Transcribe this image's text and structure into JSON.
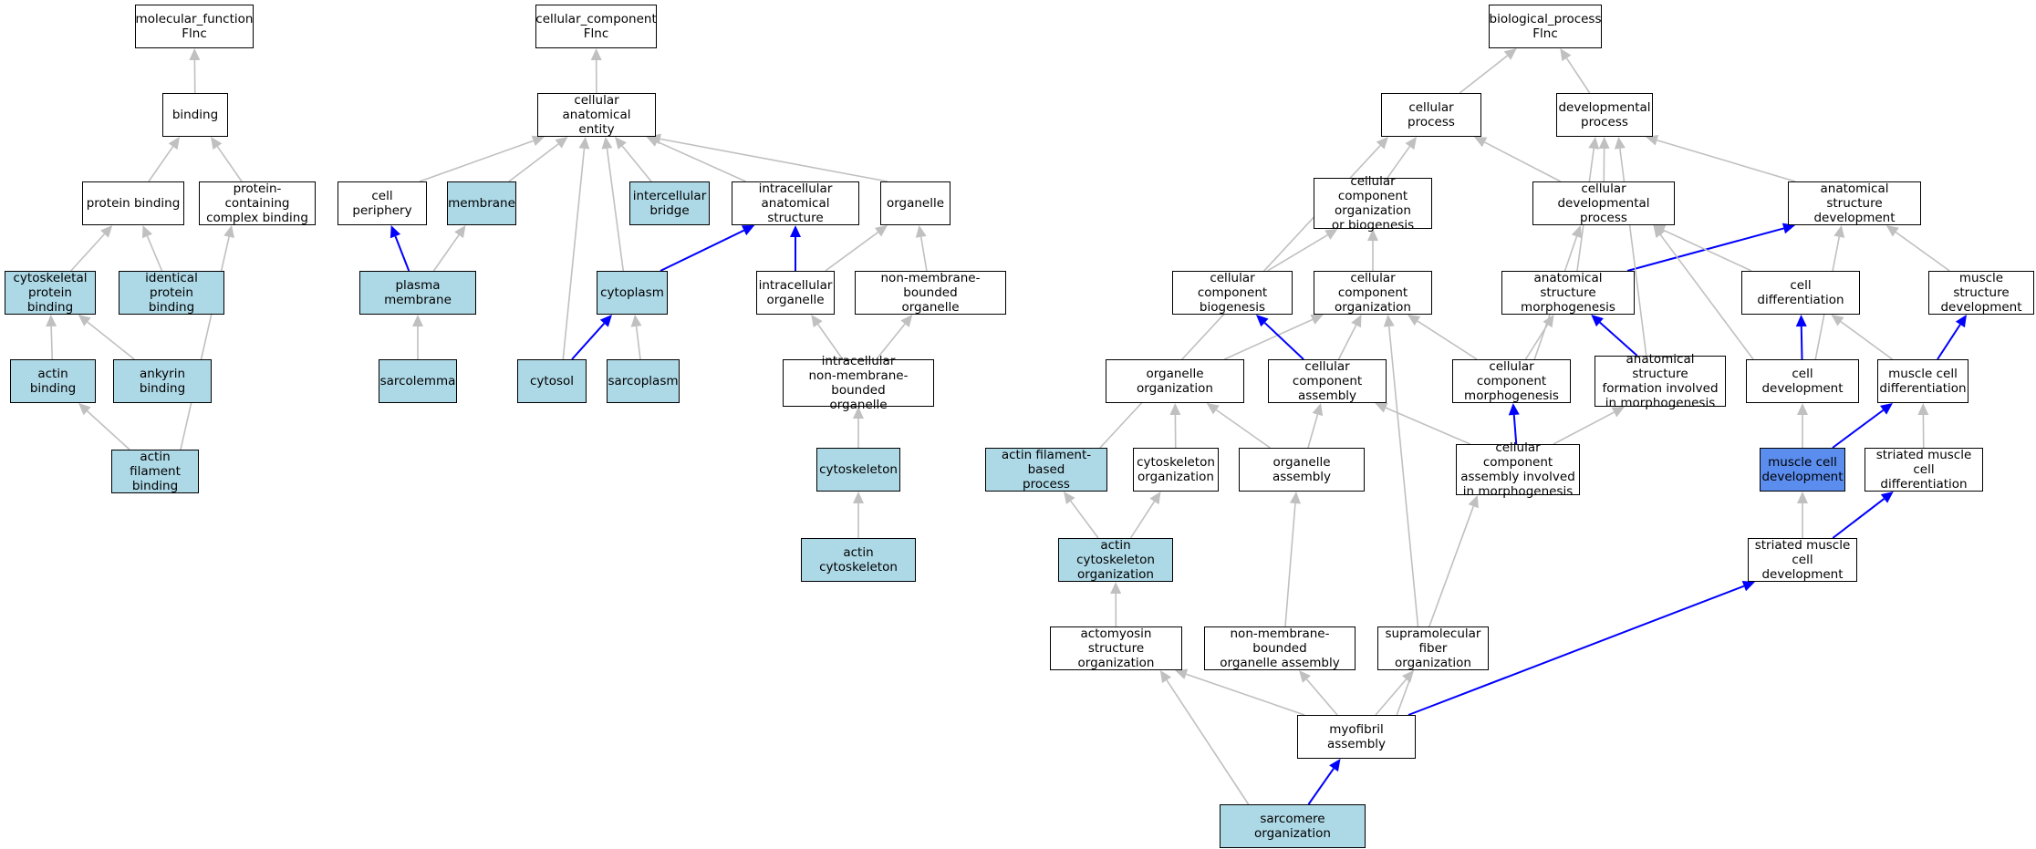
{
  "colors": {
    "plain_fill": "#ffffff",
    "annotated_fill": "#add8e6",
    "focus_fill": "#5b8def",
    "edge_gray": "#c0c0c0",
    "edge_blue": "#0000ff",
    "border": "#000000"
  },
  "nodes": [
    {
      "id": "mf_root",
      "label": "molecular_function\nFlnc",
      "style": "plain"
    },
    {
      "id": "binding",
      "label": "binding",
      "style": "plain"
    },
    {
      "id": "protein_binding",
      "label": "protein binding",
      "style": "plain"
    },
    {
      "id": "pc_complex_binding",
      "label": "protein-containing\ncomplex binding",
      "style": "plain"
    },
    {
      "id": "cytoskeletal_pb",
      "label": "cytoskeletal\nprotein binding",
      "style": "annotated"
    },
    {
      "id": "identical_pb",
      "label": "identical protein\nbinding",
      "style": "annotated"
    },
    {
      "id": "actin_binding",
      "label": "actin binding",
      "style": "annotated"
    },
    {
      "id": "ankyrin_binding",
      "label": "ankyrin binding",
      "style": "annotated"
    },
    {
      "id": "actin_filament_binding",
      "label": "actin filament\nbinding",
      "style": "annotated"
    },
    {
      "id": "cc_root",
      "label": "cellular_component\nFlnc",
      "style": "plain"
    },
    {
      "id": "cell_anat_entity",
      "label": "cellular anatomical\nentity",
      "style": "plain"
    },
    {
      "id": "cell_periphery",
      "label": "cell periphery",
      "style": "plain"
    },
    {
      "id": "membrane",
      "label": "membrane",
      "style": "annotated"
    },
    {
      "id": "intercellular_bridge",
      "label": "intercellular\nbridge",
      "style": "annotated"
    },
    {
      "id": "intracellular_anat",
      "label": "intracellular\nanatomical structure",
      "style": "plain"
    },
    {
      "id": "organelle",
      "label": "organelle",
      "style": "plain"
    },
    {
      "id": "plasma_membrane",
      "label": "plasma membrane",
      "style": "annotated"
    },
    {
      "id": "cytoplasm",
      "label": "cytoplasm",
      "style": "annotated"
    },
    {
      "id": "intracellular_organelle",
      "label": "intracellular\norganelle",
      "style": "plain"
    },
    {
      "id": "nmb_organelle",
      "label": "non-membrane-bounded\norganelle",
      "style": "plain"
    },
    {
      "id": "sarcolemma",
      "label": "sarcolemma",
      "style": "annotated"
    },
    {
      "id": "cytosol",
      "label": "cytosol",
      "style": "annotated"
    },
    {
      "id": "sarcoplasm",
      "label": "sarcoplasm",
      "style": "annotated"
    },
    {
      "id": "intra_nmb_organelle",
      "label": "intracellular\nnon-membrane-bounded\norganelle",
      "style": "plain"
    },
    {
      "id": "cytoskeleton",
      "label": "cytoskeleton",
      "style": "annotated"
    },
    {
      "id": "actin_cytoskeleton",
      "label": "actin cytoskeleton",
      "style": "annotated"
    },
    {
      "id": "bp_root",
      "label": "biological_process\nFlnc",
      "style": "plain"
    },
    {
      "id": "cellular_process",
      "label": "cellular process",
      "style": "plain"
    },
    {
      "id": "developmental_process",
      "label": "developmental\nprocess",
      "style": "plain"
    },
    {
      "id": "cc_org_biogenesis",
      "label": "cellular component\norganization\nor biogenesis",
      "style": "plain"
    },
    {
      "id": "cell_dev_process",
      "label": "cellular developmental\nprocess",
      "style": "plain"
    },
    {
      "id": "anat_struct_dev",
      "label": "anatomical structure\ndevelopment",
      "style": "plain"
    },
    {
      "id": "cc_biogenesis",
      "label": "cellular component\nbiogenesis",
      "style": "plain"
    },
    {
      "id": "cc_organization",
      "label": "cellular component\norganization",
      "style": "plain"
    },
    {
      "id": "anat_struct_morph",
      "label": "anatomical structure\nmorphogenesis",
      "style": "plain"
    },
    {
      "id": "cell_differentiation",
      "label": "cell differentiation",
      "style": "plain"
    },
    {
      "id": "muscle_struct_dev",
      "label": "muscle structure\ndevelopment",
      "style": "plain"
    },
    {
      "id": "organelle_org",
      "label": "organelle organization",
      "style": "plain"
    },
    {
      "id": "cc_assembly",
      "label": "cellular component\nassembly",
      "style": "plain"
    },
    {
      "id": "cc_morphogenesis",
      "label": "cellular component\nmorphogenesis",
      "style": "plain"
    },
    {
      "id": "anat_struct_formation",
      "label": "anatomical structure\nformation involved\nin morphogenesis",
      "style": "plain"
    },
    {
      "id": "cell_development",
      "label": "cell development",
      "style": "plain"
    },
    {
      "id": "muscle_cell_diff",
      "label": "muscle cell\ndifferentiation",
      "style": "plain"
    },
    {
      "id": "actin_filament_process",
      "label": "actin filament-based\nprocess",
      "style": "annotated"
    },
    {
      "id": "cytoskeleton_org",
      "label": "cytoskeleton\norganization",
      "style": "plain"
    },
    {
      "id": "organelle_assembly",
      "label": "organelle assembly",
      "style": "plain"
    },
    {
      "id": "cc_assembly_morph",
      "label": "cellular component\nassembly involved\nin morphogenesis",
      "style": "plain"
    },
    {
      "id": "muscle_cell_dev",
      "label": "muscle cell\ndevelopment",
      "style": "focus"
    },
    {
      "id": "striated_muscle_diff",
      "label": "striated muscle\ncell differentiation",
      "style": "plain"
    },
    {
      "id": "actin_cytoskeleton_org",
      "label": "actin cytoskeleton\norganization",
      "style": "annotated"
    },
    {
      "id": "striated_muscle_dev",
      "label": "striated muscle\ncell development",
      "style": "plain"
    },
    {
      "id": "actomyosin_org",
      "label": "actomyosin structure\norganization",
      "style": "plain"
    },
    {
      "id": "nmb_organelle_assembly",
      "label": "non-membrane-bounded\norganelle assembly",
      "style": "plain"
    },
    {
      "id": "supramolecular_fiber_org",
      "label": "supramolecular\nfiber organization",
      "style": "plain"
    },
    {
      "id": "myofibril_assembly",
      "label": "myofibril assembly",
      "style": "plain"
    },
    {
      "id": "sarcomere_org",
      "label": "sarcomere organization",
      "style": "annotated"
    }
  ],
  "edges": [
    {
      "from": "binding",
      "to": "mf_root",
      "color": "gray"
    },
    {
      "from": "protein_binding",
      "to": "binding",
      "color": "gray"
    },
    {
      "from": "pc_complex_binding",
      "to": "binding",
      "color": "gray"
    },
    {
      "from": "cytoskeletal_pb",
      "to": "protein_binding",
      "color": "gray"
    },
    {
      "from": "identical_pb",
      "to": "protein_binding",
      "color": "gray"
    },
    {
      "from": "actin_binding",
      "to": "cytoskeletal_pb",
      "color": "gray"
    },
    {
      "from": "ankyrin_binding",
      "to": "cytoskeletal_pb",
      "color": "gray"
    },
    {
      "from": "actin_filament_binding",
      "to": "actin_binding",
      "color": "gray"
    },
    {
      "from": "actin_filament_binding",
      "to": "pc_complex_binding",
      "color": "gray"
    },
    {
      "from": "cell_anat_entity",
      "to": "cc_root",
      "color": "gray"
    },
    {
      "from": "cell_periphery",
      "to": "cell_anat_entity",
      "color": "gray"
    },
    {
      "from": "membrane",
      "to": "cell_anat_entity",
      "color": "gray"
    },
    {
      "from": "intercellular_bridge",
      "to": "cell_anat_entity",
      "color": "gray"
    },
    {
      "from": "intracellular_anat",
      "to": "cell_anat_entity",
      "color": "gray"
    },
    {
      "from": "organelle",
      "to": "cell_anat_entity",
      "color": "gray"
    },
    {
      "from": "cytoplasm",
      "to": "cell_anat_entity",
      "color": "gray"
    },
    {
      "from": "cytosol",
      "to": "cell_anat_entity",
      "color": "gray"
    },
    {
      "from": "plasma_membrane",
      "to": "cell_periphery",
      "color": "blue"
    },
    {
      "from": "plasma_membrane",
      "to": "membrane",
      "color": "gray"
    },
    {
      "from": "cytoplasm",
      "to": "intracellular_anat",
      "color": "blue"
    },
    {
      "from": "intracellular_organelle",
      "to": "intracellular_anat",
      "color": "blue"
    },
    {
      "from": "intracellular_organelle",
      "to": "organelle",
      "color": "gray"
    },
    {
      "from": "nmb_organelle",
      "to": "organelle",
      "color": "gray"
    },
    {
      "from": "sarcolemma",
      "to": "plasma_membrane",
      "color": "gray"
    },
    {
      "from": "cytosol",
      "to": "cytoplasm",
      "color": "blue"
    },
    {
      "from": "sarcoplasm",
      "to": "cytoplasm",
      "color": "gray"
    },
    {
      "from": "intra_nmb_organelle",
      "to": "intracellular_organelle",
      "color": "gray"
    },
    {
      "from": "intra_nmb_organelle",
      "to": "nmb_organelle",
      "color": "gray"
    },
    {
      "from": "cytoskeleton",
      "to": "intra_nmb_organelle",
      "color": "gray"
    },
    {
      "from": "actin_cytoskeleton",
      "to": "cytoskeleton",
      "color": "gray"
    },
    {
      "from": "cellular_process",
      "to": "bp_root",
      "color": "gray"
    },
    {
      "from": "developmental_process",
      "to": "bp_root",
      "color": "gray"
    },
    {
      "from": "cc_org_biogenesis",
      "to": "cellular_process",
      "color": "gray"
    },
    {
      "from": "cell_dev_process",
      "to": "cellular_process",
      "color": "gray"
    },
    {
      "from": "cell_dev_process",
      "to": "developmental_process",
      "color": "gray"
    },
    {
      "from": "anat_struct_dev",
      "to": "developmental_process",
      "color": "gray"
    },
    {
      "from": "actin_filament_process",
      "to": "cellular_process",
      "color": "gray"
    },
    {
      "from": "cc_biogenesis",
      "to": "cc_org_biogenesis",
      "color": "gray"
    },
    {
      "from": "cc_organization",
      "to": "cc_org_biogenesis",
      "color": "gray"
    },
    {
      "from": "anat_struct_morph",
      "to": "developmental_process",
      "color": "gray"
    },
    {
      "from": "anat_struct_morph",
      "to": "anat_struct_dev",
      "color": "blue"
    },
    {
      "from": "cell_differentiation",
      "to": "cell_dev_process",
      "color": "gray"
    },
    {
      "from": "muscle_struct_dev",
      "to": "anat_struct_dev",
      "color": "gray"
    },
    {
      "from": "organelle_org",
      "to": "cc_organization",
      "color": "gray"
    },
    {
      "from": "cc_assembly",
      "to": "cc_biogenesis",
      "color": "blue"
    },
    {
      "from": "cc_assembly",
      "to": "cc_organization",
      "color": "gray"
    },
    {
      "from": "cc_morphogenesis",
      "to": "cc_organization",
      "color": "gray"
    },
    {
      "from": "cc_morphogenesis",
      "to": "anat_struct_morph",
      "color": "gray"
    },
    {
      "from": "cc_morphogenesis",
      "to": "cell_dev_process",
      "color": "gray"
    },
    {
      "from": "anat_struct_formation",
      "to": "anat_struct_morph",
      "color": "blue"
    },
    {
      "from": "anat_struct_formation",
      "to": "developmental_process",
      "color": "gray"
    },
    {
      "from": "cell_development",
      "to": "cell_differentiation",
      "color": "blue"
    },
    {
      "from": "cell_development",
      "to": "cell_dev_process",
      "color": "gray"
    },
    {
      "from": "cell_development",
      "to": "anat_struct_dev",
      "color": "gray"
    },
    {
      "from": "muscle_cell_diff",
      "to": "cell_differentiation",
      "color": "gray"
    },
    {
      "from": "muscle_cell_diff",
      "to": "muscle_struct_dev",
      "color": "blue"
    },
    {
      "from": "cytoskeleton_org",
      "to": "organelle_org",
      "color": "gray"
    },
    {
      "from": "organelle_assembly",
      "to": "organelle_org",
      "color": "gray"
    },
    {
      "from": "organelle_assembly",
      "to": "cc_assembly",
      "color": "gray"
    },
    {
      "from": "cc_assembly_morph",
      "to": "cc_assembly",
      "color": "gray"
    },
    {
      "from": "cc_assembly_morph",
      "to": "cc_morphogenesis",
      "color": "blue"
    },
    {
      "from": "cc_assembly_morph",
      "to": "anat_struct_formation",
      "color": "gray"
    },
    {
      "from": "muscle_cell_dev",
      "to": "cell_development",
      "color": "gray"
    },
    {
      "from": "muscle_cell_dev",
      "to": "muscle_cell_diff",
      "color": "blue"
    },
    {
      "from": "striated_muscle_diff",
      "to": "muscle_cell_diff",
      "color": "gray"
    },
    {
      "from": "actin_cytoskeleton_org",
      "to": "actin_filament_process",
      "color": "gray"
    },
    {
      "from": "actin_cytoskeleton_org",
      "to": "cytoskeleton_org",
      "color": "gray"
    },
    {
      "from": "striated_muscle_dev",
      "to": "muscle_cell_dev",
      "color": "gray"
    },
    {
      "from": "striated_muscle_dev",
      "to": "striated_muscle_diff",
      "color": "blue"
    },
    {
      "from": "actomyosin_org",
      "to": "actin_cytoskeleton_org",
      "color": "gray"
    },
    {
      "from": "nmb_organelle_assembly",
      "to": "organelle_assembly",
      "color": "gray"
    },
    {
      "from": "supramolecular_fiber_org",
      "to": "cc_organization",
      "color": "gray"
    },
    {
      "from": "myofibril_assembly",
      "to": "actomyosin_org",
      "color": "gray"
    },
    {
      "from": "myofibril_assembly",
      "to": "nmb_organelle_assembly",
      "color": "gray"
    },
    {
      "from": "myofibril_assembly",
      "to": "supramolecular_fiber_org",
      "color": "gray"
    },
    {
      "from": "myofibril_assembly",
      "to": "cc_assembly_morph",
      "color": "gray"
    },
    {
      "from": "myofibril_assembly",
      "to": "striated_muscle_dev",
      "color": "blue"
    },
    {
      "from": "sarcomere_org",
      "to": "myofibril_assembly",
      "color": "blue"
    },
    {
      "from": "sarcomere_org",
      "to": "actomyosin_org",
      "color": "gray"
    }
  ]
}
